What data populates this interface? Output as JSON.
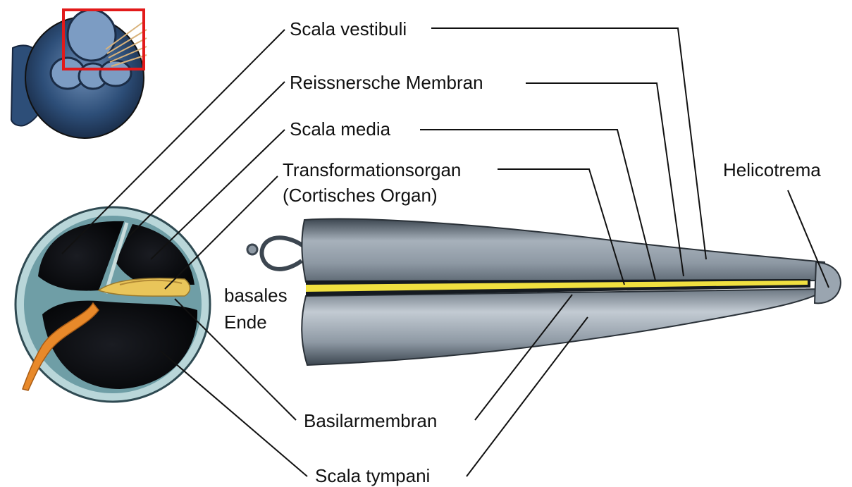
{
  "labels": {
    "scala_vestibuli": "Scala vestibuli",
    "reissnersche_membran": "Reissnersche Membran",
    "scala_media": "Scala media",
    "transformationsorgan": "Transformationsorgan",
    "cortisches_organ": "(Cortisches Organ)",
    "helicotrema": "Helicotrema",
    "basales": "basales",
    "ende": "Ende",
    "basilarmembran": "Basilarmembran",
    "scala_tympani": "Scala tympani"
  },
  "colors": {
    "background": "#ffffff",
    "label_text": "#111111",
    "leader_line": "#111111",
    "duct_gray": "#8e99a4",
    "duct_dark": "#3c4650",
    "duct_light": "#c3cbd3",
    "canal_black": "#0e0f12",
    "cochlea_blue": "#2d4e78",
    "rim_teal": "#8fb6bd",
    "basilar_yellow": "#f0e040",
    "organ_yellow": "#e9c55a",
    "nerve_orange": "#e8892a",
    "highlight_box_red": "#e21a1a"
  }
}
